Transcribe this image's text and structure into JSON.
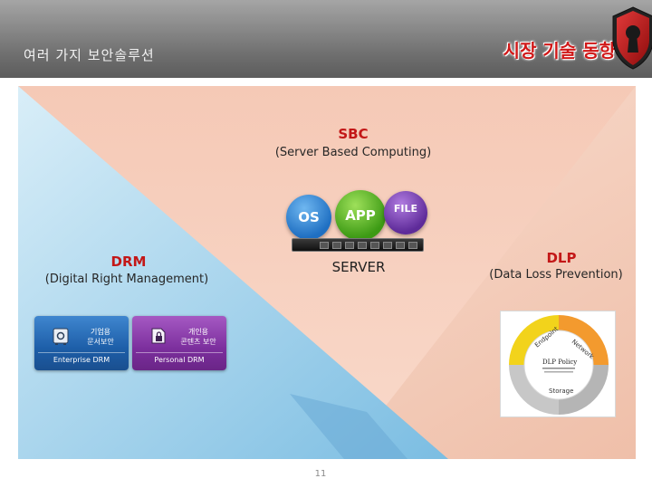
{
  "header": {
    "title": "여러 가지 보안솔루션",
    "badge": "시장 기술 동향",
    "logo_icon": "shield-keyhole-icon"
  },
  "sbc": {
    "title": "SBC",
    "subtitle": "(Server Based Computing)"
  },
  "server": {
    "bubbles": [
      "OS",
      "APP",
      "FILE"
    ],
    "label": "SERVER"
  },
  "drm": {
    "title": "DRM",
    "subtitle": "(Digital Right Management)",
    "tiles": [
      {
        "korean": "기업용\n문서보안",
        "english": "Enterprise DRM",
        "icon": "safe-icon"
      },
      {
        "korean": "개인용\n콘텐츠 보안",
        "english": "Personal DRM",
        "icon": "document-lock-icon"
      }
    ]
  },
  "dlp": {
    "title": "DLP",
    "subtitle": "(Data Loss Prevention)",
    "center_title": "DLP Policy",
    "rings": [
      "Endpoint",
      "Network",
      "Storage"
    ]
  },
  "page": {
    "number": "11"
  },
  "colors": {
    "header_gray": "#8a8a8a",
    "accent_red": "#c31717",
    "blue_region": "#8fc6e6",
    "peach_region": "#f3cdbd"
  }
}
